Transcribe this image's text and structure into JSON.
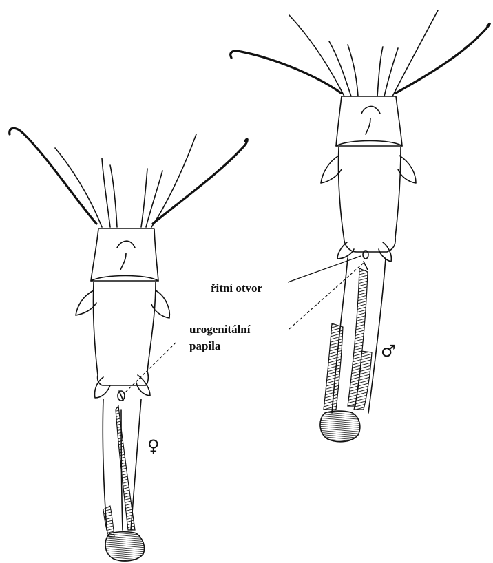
{
  "labels": {
    "anal_opening": "řitní otvor",
    "urogenital_papilla_line1": "urogenitální",
    "urogenital_papilla_line2": "papila",
    "female_symbol": "♀",
    "male_symbol": "♂"
  }
}
